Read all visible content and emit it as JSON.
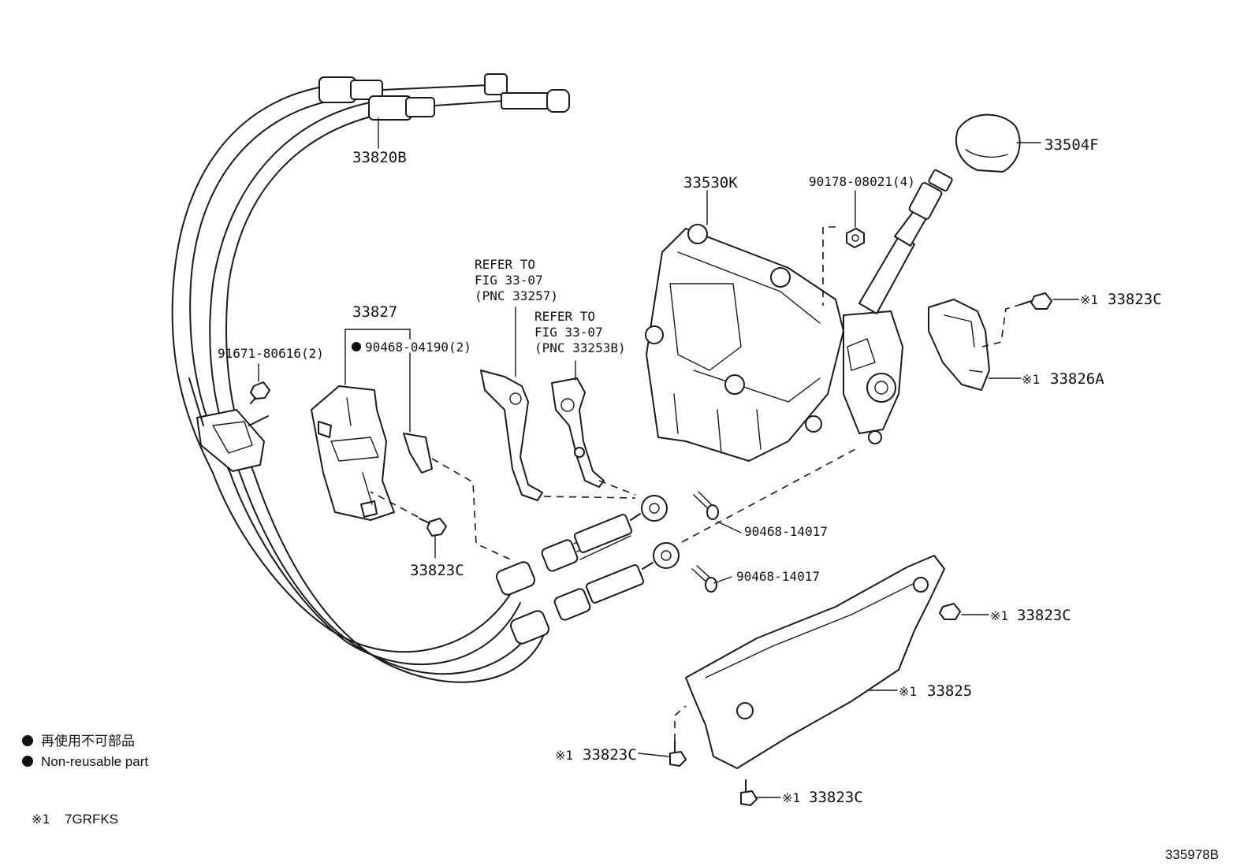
{
  "parts": {
    "p33820B": "33820B",
    "p33504F": "33504F",
    "p33530K": "33530K",
    "p90178": "90178-08021(4)",
    "p33827": "33827",
    "p90468_04190": "90468-04190(2)",
    "p91671": "91671-80616(2)",
    "p33823C_a": "33823C",
    "p33823C_b": "33823C",
    "p33826A": "33826A",
    "p90468_14017_a": "90468-14017",
    "p90468_14017_b": "90468-14017",
    "p33823C_c": "33823C",
    "p33825": "33825",
    "p33823C_d": "33823C",
    "p33823C_e": "33823C"
  },
  "refer_a": {
    "line1": "REFER TO",
    "line2": "FIG 33-07",
    "line3": "(PNC 33257)"
  },
  "refer_b": {
    "line1": "REFER TO",
    "line2": "FIG 33-07",
    "line3": "(PNC 33253B)"
  },
  "marks": {
    "note1": "※1"
  },
  "legend": {
    "bullet_jp": "再使用不可部品",
    "bullet_en": "Non-reusable part",
    "note_mark": "※1",
    "note_text": "7GRFKS"
  },
  "figure_id": "335978B"
}
